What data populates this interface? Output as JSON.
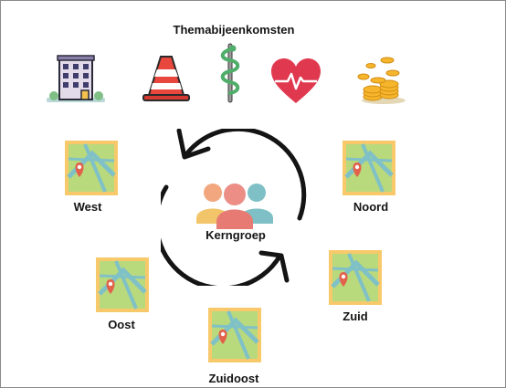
{
  "diagram": {
    "title": "Themabijeenkomsten",
    "center_label": "Kerngroep",
    "theme_icons": [
      "building-icon",
      "traffic-cone-icon",
      "caduceus-icon",
      "heartbeat-icon",
      "coins-icon"
    ],
    "regions": [
      {
        "label": "West",
        "icon": "map-pin-icon"
      },
      {
        "label": "Noord",
        "icon": "map-pin-icon"
      },
      {
        "label": "Oost",
        "icon": "map-pin-icon"
      },
      {
        "label": "Zuid",
        "icon": "map-pin-icon"
      },
      {
        "label": "Zuidoost",
        "icon": "map-pin-icon"
      }
    ]
  },
  "colors": {
    "map_frame": "#f7c96b",
    "map_land": "#b9d97d",
    "map_road": "#7fc1c7",
    "map_pin": "#e2614b",
    "cycle_arrow": "#141414",
    "people": [
      "#f2a77e",
      "#ec8d86",
      "#7ec0c5"
    ]
  }
}
